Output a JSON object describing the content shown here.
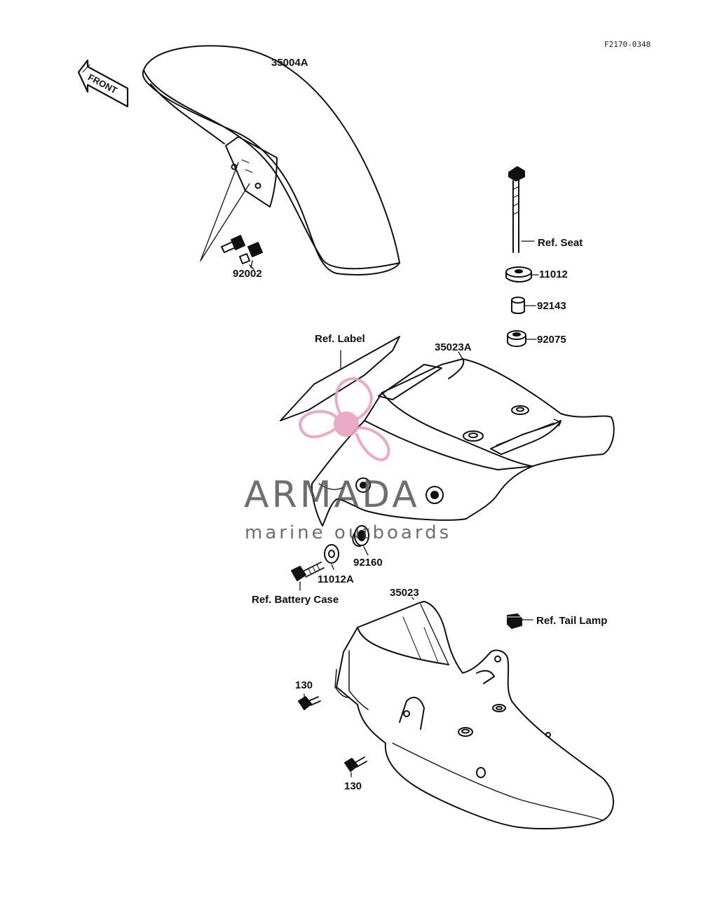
{
  "diagram_code": "F2170-0348",
  "front_arrow_label": "FRONT",
  "parts": {
    "front_fender": "35004A",
    "front_fender_bolt": "92002",
    "rear_fender_front": "35023A",
    "rear_fender_rear": "35023",
    "seat_bolt": "Ref. Seat",
    "washer_top": "11012",
    "collar": "92143",
    "grommet_top": "92075",
    "label": "Ref. Label",
    "grommet": "92160",
    "washer": "11012A",
    "battery_case_bolt": "Ref. Battery Case",
    "tail_lamp_nut": "Ref. Tail Lamp",
    "bolt_130_upper": "130",
    "bolt_130_lower": "130"
  },
  "watermark": {
    "name": "ARMADA",
    "tagline": "marine outboards",
    "color": "#e8a0bf"
  }
}
